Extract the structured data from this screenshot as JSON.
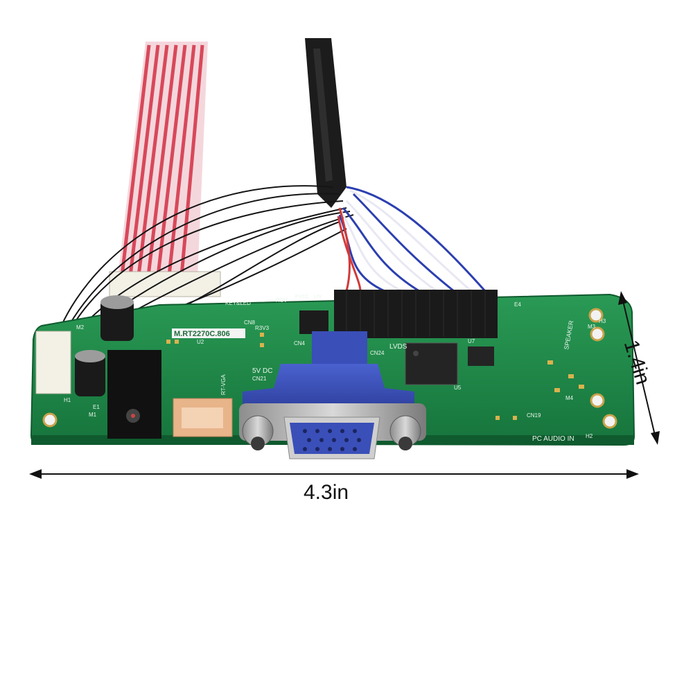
{
  "dimensions": {
    "width_label": "4.3in",
    "height_label": "1.4in"
  },
  "board": {
    "model_label": "M.RT2270C.806",
    "silkscreen": {
      "lvds": "LVDS",
      "power_in": "5V DC",
      "vga_conn": "CN21",
      "audio": "PC AUDIO IN",
      "speaker": "SPEAKER",
      "rst_vga": "RT-VGA",
      "key_led": "KEY&LED",
      "cn8": "CN8",
      "cn24": "CN24",
      "cn4": "CN4",
      "cn19": "CN19",
      "u2": "U2",
      "u5": "U5",
      "u7": "U7",
      "h1": "H1",
      "h2": "H2",
      "h3": "H3",
      "m1": "M1",
      "m2": "M2",
      "m3": "M3",
      "m4": "M4",
      "e1": "E1",
      "e4": "E4",
      "rsv": "RSV",
      "r3v3": "R3V3",
      "pvcc": "PVCC",
      "v12": "12V"
    }
  },
  "colors": {
    "pcb": "#1f8a4a",
    "pcb_edge": "#0f5a2e",
    "vga_blue": "#3a4fb8",
    "lvds_header": "#1a1a1a",
    "ribbon_red": "#d8485a",
    "cable_black": "#1c1c1c",
    "twist_blue": "#2c3fb0"
  }
}
